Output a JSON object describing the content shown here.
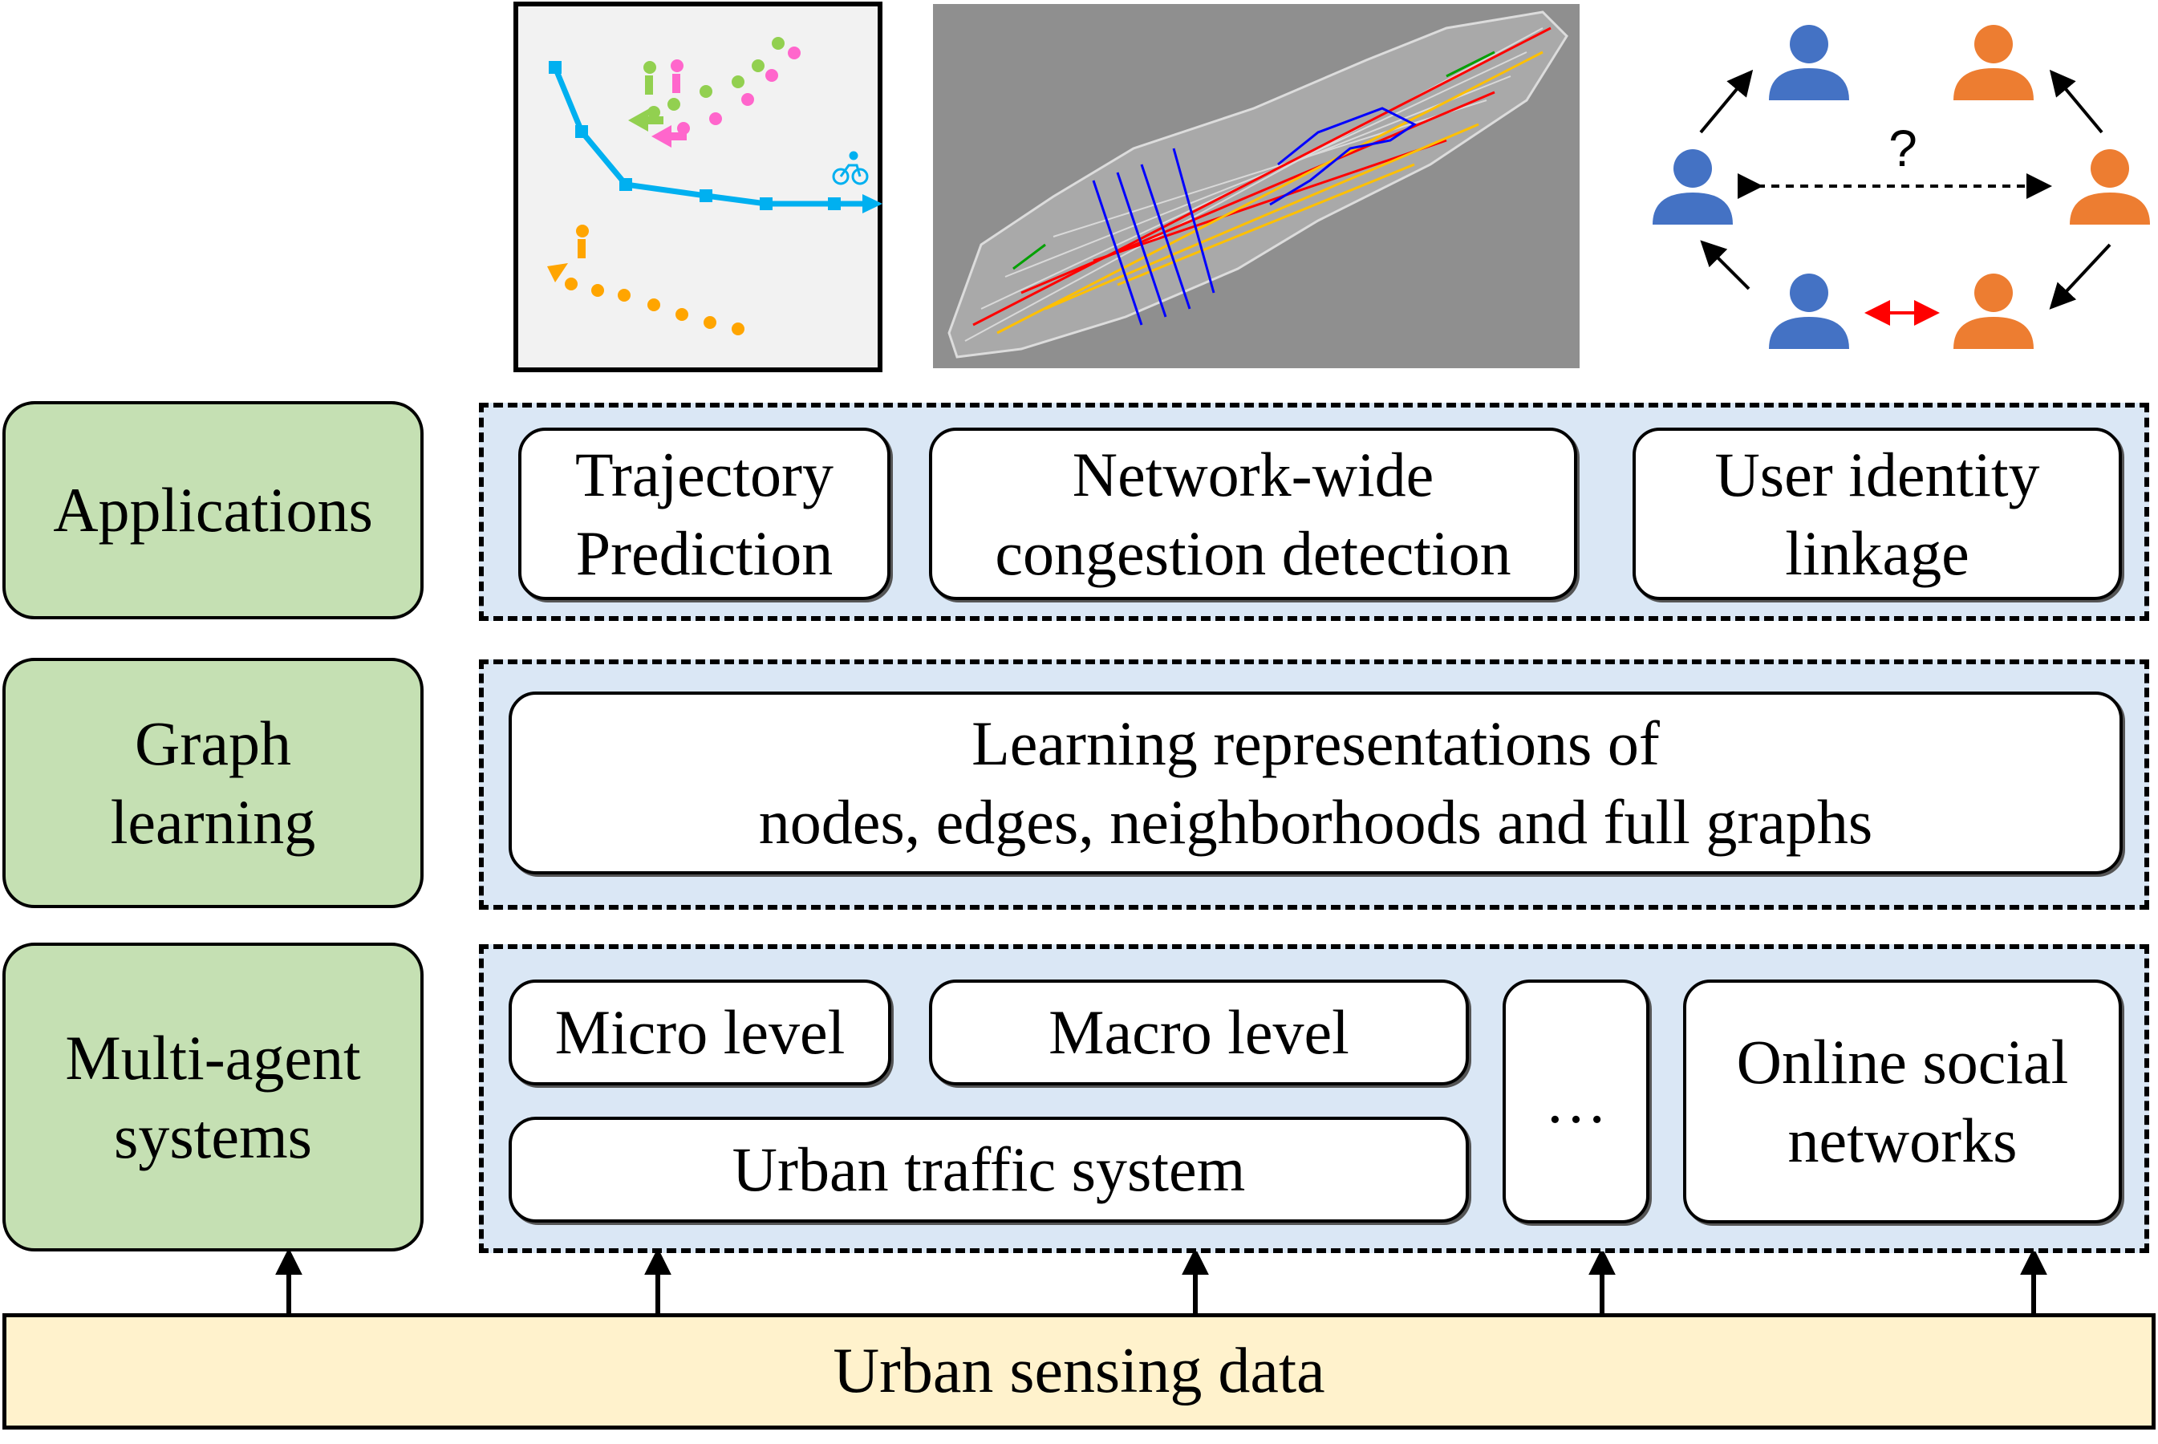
{
  "layers": {
    "applications": "Applications",
    "graph_learning": "Graph\nlearning",
    "multi_agent": "Multi-agent\nsystems"
  },
  "applications": {
    "trajectory": "Trajectory\nPrediction",
    "congestion": "Network-wide\ncongestion detection",
    "identity": "User identity\nlinkage"
  },
  "graph_learning": {
    "text": "Learning representations of\nnodes, edges, neighborhoods and full graphs"
  },
  "systems": {
    "micro": "Micro level",
    "macro": "Macro level",
    "urban_traffic": "Urban traffic system",
    "ellipsis": "…",
    "online_social": "Online social\nnetworks"
  },
  "base": {
    "label": "Urban sensing data"
  },
  "identity_illustration": {
    "question_mark": "?"
  },
  "colors": {
    "layer_green": "#c5e0b3",
    "panel_blue": "#dae7f5",
    "base_yellow": "#fff2cc",
    "person_blue": "#4472c4",
    "person_orange": "#ed7d31",
    "bike_blue": "#00b0f0"
  }
}
